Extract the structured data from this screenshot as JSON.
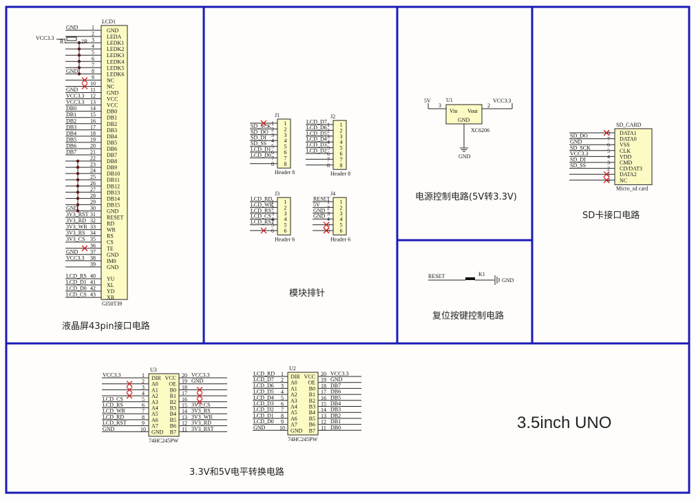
{
  "sections": {
    "lcd": "液晶屏43pin接口电路",
    "header": "模块排针",
    "power": "电源控制电路(5V转3.3V)",
    "sd": "SD卡接口电路",
    "reset": "复位按键控制电路",
    "level": "3.3V和5V电平转换电路",
    "brand": "3.5inch UNO"
  },
  "lcd1": {
    "ref": "LCD1",
    "part": "GI50T39",
    "vcc_label": "VCC3.3",
    "r_ref": "R1",
    "r_val": "2R",
    "pins": [
      {
        "n": "1",
        "name": "GND",
        "net": "GND"
      },
      {
        "n": "2",
        "name": "LEDA",
        "net": ""
      },
      {
        "n": "3",
        "name": "LEDK1",
        "net": ""
      },
      {
        "n": "4",
        "name": "LEDK2",
        "net": ""
      },
      {
        "n": "5",
        "name": "LEDK3",
        "net": ""
      },
      {
        "n": "6",
        "name": "LEDK4",
        "net": ""
      },
      {
        "n": "7",
        "name": "LEDK5",
        "net": ""
      },
      {
        "n": "8",
        "name": "LEDK6",
        "net": "GND"
      },
      {
        "n": "9",
        "name": "NC",
        "net": ""
      },
      {
        "n": "10",
        "name": "NC",
        "net": ""
      },
      {
        "n": "11",
        "name": "GND",
        "net": "GND"
      },
      {
        "n": "12",
        "name": "VCC",
        "net": "VCC3.3"
      },
      {
        "n": "13",
        "name": "VCC",
        "net": "VCC3.3"
      },
      {
        "n": "14",
        "name": "DB0",
        "net": "DB0"
      },
      {
        "n": "15",
        "name": "DB1",
        "net": "DB1"
      },
      {
        "n": "16",
        "name": "DB2",
        "net": "DB2"
      },
      {
        "n": "17",
        "name": "DB3",
        "net": "DB3"
      },
      {
        "n": "18",
        "name": "DB4",
        "net": "DB4"
      },
      {
        "n": "19",
        "name": "DB5",
        "net": "DB5"
      },
      {
        "n": "20",
        "name": "DB6",
        "net": "DB6"
      },
      {
        "n": "21",
        "name": "DB7",
        "net": "DB7"
      },
      {
        "n": "22",
        "name": "DB8",
        "net": ""
      },
      {
        "n": "23",
        "name": "DB9",
        "net": ""
      },
      {
        "n": "24",
        "name": "DB10",
        "net": ""
      },
      {
        "n": "25",
        "name": "DB11",
        "net": ""
      },
      {
        "n": "26",
        "name": "DB12",
        "net": ""
      },
      {
        "n": "27",
        "name": "DB13",
        "net": ""
      },
      {
        "n": "28",
        "name": "DB14",
        "net": ""
      },
      {
        "n": "29",
        "name": "DB15",
        "net": ""
      },
      {
        "n": "30",
        "name": "GND",
        "net": "GND"
      },
      {
        "n": "31",
        "name": "RESET",
        "net": "3V3_RST"
      },
      {
        "n": "32",
        "name": "RD",
        "net": "3V3_RD"
      },
      {
        "n": "33",
        "name": "WR",
        "net": "3V3_WR"
      },
      {
        "n": "34",
        "name": "RS",
        "net": "3V3_RS"
      },
      {
        "n": "35",
        "name": "CS",
        "net": "3V3_CS"
      },
      {
        "n": "36",
        "name": "TE",
        "net": ""
      },
      {
        "n": "37",
        "name": "GND",
        "net": "GND"
      },
      {
        "n": "38",
        "name": "IM0",
        "net": "VCC3.3"
      },
      {
        "n": "39",
        "name": "GND",
        "net": ""
      },
      {
        "n": "40",
        "name": "YU",
        "net": "LCD_RS"
      },
      {
        "n": "41",
        "name": "XL",
        "net": "LCD_D1"
      },
      {
        "n": "42",
        "name": "YD",
        "net": "LCD_D0"
      },
      {
        "n": "43",
        "name": "XR",
        "net": "LCD_CS"
      }
    ]
  },
  "j1": {
    "ref": "J1",
    "part": "Header 8",
    "pins": [
      "1",
      "2",
      "3",
      "4",
      "5",
      "6",
      "7",
      "8"
    ],
    "nets": [
      "",
      "SD_SCK",
      "SD_DO",
      "SD_DI",
      "SD_SS",
      "LCD_D1",
      "LCD_D0",
      ""
    ]
  },
  "j2": {
    "ref": "J2",
    "part": "Header 8",
    "pins": [
      "1",
      "2",
      "3",
      "4",
      "5",
      "6",
      "7",
      "8"
    ],
    "nets": [
      "LCD_D7",
      "LCD_D6",
      "LCD_D5",
      "LCD_D4",
      "LCD_D3",
      "LCD_D2",
      "",
      ""
    ]
  },
  "j3": {
    "ref": "J3",
    "part": "Header 6",
    "pins": [
      "1",
      "2",
      "3",
      "4",
      "5",
      "6"
    ],
    "nets": [
      "LCD_RD",
      "LCD_WR",
      "LCD_RS",
      "LCD_CS",
      "LCD_RST",
      ""
    ]
  },
  "j4": {
    "ref": "J4",
    "part": "Header 6",
    "pins": [
      "1",
      "2",
      "3",
      "4",
      "5",
      "6"
    ],
    "nets": [
      "RESET",
      "5V",
      "GND",
      "GND",
      "",
      ""
    ]
  },
  "u1": {
    "ref": "U1",
    "part": "XC6206",
    "vin": "Vin",
    "vout": "Vout",
    "gnd": "GND",
    "in_net": "5V",
    "out_net": "VCC3.3",
    "in_pin": "3",
    "out_pin": "2",
    "gnd_label": "GND"
  },
  "sdcard": {
    "ref": "SD_CARD",
    "part": "Micro_sd card",
    "pins": [
      {
        "n": "8",
        "name": "DATA1",
        "net": ""
      },
      {
        "n": "7",
        "name": "DATA0",
        "net": "SD_DO"
      },
      {
        "n": "6",
        "name": "VSS",
        "net": "GND"
      },
      {
        "n": "5",
        "name": "CLK",
        "net": "SD_SCK"
      },
      {
        "n": "4",
        "name": "VDD",
        "net": "VCC3.3"
      },
      {
        "n": "3",
        "name": "CMD",
        "net": "SD_DI"
      },
      {
        "n": "2",
        "name": "CD/DAT3",
        "net": "SD_SS"
      },
      {
        "n": "1",
        "name": "DATA2",
        "net": ""
      },
      {
        "n": "9",
        "name": "NC",
        "net": ""
      }
    ]
  },
  "reset": {
    "net": "RESET",
    "ref": "K1",
    "gnd": "GND"
  },
  "u3": {
    "ref": "U3",
    "part": "74HC245PW",
    "left": [
      {
        "n": "1",
        "name": "DIR",
        "net": "VCC3.3"
      },
      {
        "n": "2",
        "name": "A0",
        "net": ""
      },
      {
        "n": "3",
        "name": "A1",
        "net": ""
      },
      {
        "n": "4",
        "name": "A2",
        "net": ""
      },
      {
        "n": "5",
        "name": "A3",
        "net": "LCD_CS"
      },
      {
        "n": "6",
        "name": "A4",
        "net": "LCD_RS"
      },
      {
        "n": "7",
        "name": "A5",
        "net": "LCD_WR"
      },
      {
        "n": "8",
        "name": "A6",
        "net": "LCD_RD"
      },
      {
        "n": "9",
        "name": "A7",
        "net": "LCD_RST"
      },
      {
        "n": "10",
        "name": "GND",
        "net": "GND"
      }
    ],
    "right": [
      {
        "n": "20",
        "name": "VCC",
        "net": "VCC3.3"
      },
      {
        "n": "19",
        "name": "OE",
        "net": "GND"
      },
      {
        "n": "18",
        "name": "B0",
        "net": ""
      },
      {
        "n": "17",
        "name": "B1",
        "net": ""
      },
      {
        "n": "16",
        "name": "B2",
        "net": ""
      },
      {
        "n": "15",
        "name": "B3",
        "net": "3V3_CS"
      },
      {
        "n": "14",
        "name": "B4",
        "net": "3V3_RS"
      },
      {
        "n": "13",
        "name": "B5",
        "net": "3V3_WR"
      },
      {
        "n": "12",
        "name": "B6",
        "net": "3V3_RD"
      },
      {
        "n": "11",
        "name": "B7",
        "net": "3V3_RST"
      }
    ]
  },
  "u2": {
    "ref": "U2",
    "part": "74HC245PW",
    "left": [
      {
        "n": "1",
        "name": "DIR",
        "net": "LCD_RD"
      },
      {
        "n": "2",
        "name": "A0",
        "net": "LCD_D7"
      },
      {
        "n": "3",
        "name": "A1",
        "net": "LCD_D6"
      },
      {
        "n": "4",
        "name": "A2",
        "net": "LCD_D5"
      },
      {
        "n": "5",
        "name": "A3",
        "net": "LCD_D4"
      },
      {
        "n": "6",
        "name": "A4",
        "net": "LCD_D3"
      },
      {
        "n": "7",
        "name": "A5",
        "net": "LCD_D2"
      },
      {
        "n": "8",
        "name": "A6",
        "net": "LCD_D1"
      },
      {
        "n": "9",
        "name": "A7",
        "net": "LCD_D0"
      },
      {
        "n": "10",
        "name": "GND",
        "net": "GND"
      }
    ],
    "right": [
      {
        "n": "20",
        "name": "VCC",
        "net": "VCC3.3"
      },
      {
        "n": "19",
        "name": "OE",
        "net": "GND"
      },
      {
        "n": "18",
        "name": "B0",
        "net": "DB7"
      },
      {
        "n": "17",
        "name": "B1",
        "net": "DB6"
      },
      {
        "n": "16",
        "name": "B2",
        "net": "DB5"
      },
      {
        "n": "15",
        "name": "B3",
        "net": "DB4"
      },
      {
        "n": "14",
        "name": "B4",
        "net": "DB3"
      },
      {
        "n": "13",
        "name": "B5",
        "net": "DB2"
      },
      {
        "n": "12",
        "name": "B6",
        "net": "DB1"
      },
      {
        "n": "11",
        "name": "B7",
        "net": "DB0"
      }
    ]
  },
  "colors": {
    "border": "#1a1ab8",
    "chip": "#fdfbc4",
    "wire": "#222222",
    "nc": "#d02020",
    "dot": "#5a1a1a"
  }
}
